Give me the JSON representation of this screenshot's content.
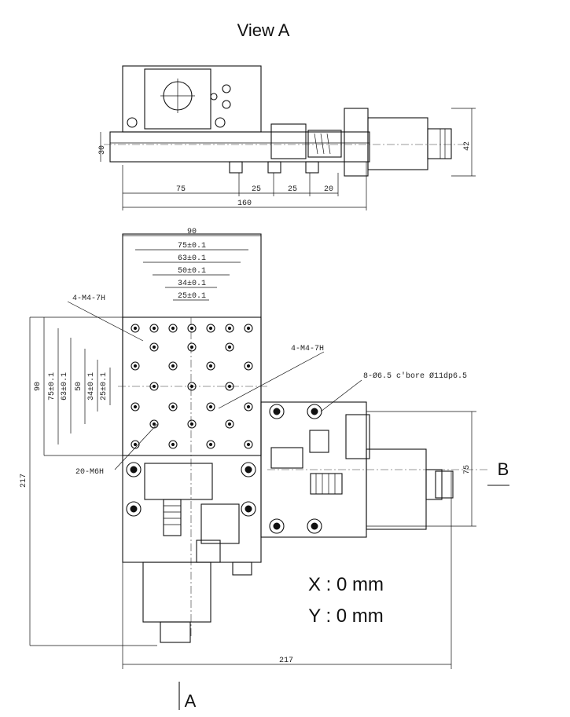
{
  "view_a_title": "View A",
  "label_b": "B",
  "label_a": "A",
  "readout": {
    "x": "X : 0 mm",
    "y": "Y : 0 mm"
  },
  "top_view_dims": {
    "d30": "30",
    "d42": "42",
    "d75": "75",
    "d25a": "25",
    "d25b": "25",
    "d20": "20",
    "d160": "160"
  },
  "plan_dims": {
    "h90": "90",
    "h75": "75±0.1",
    "h63": "63±0.1",
    "h50": "50±0.1",
    "h34": "34±0.1",
    "h25": "25±0.1",
    "v90": "90",
    "v75": "75±0.1",
    "v63": "63±0.1",
    "v50": "50",
    "v34": "34±0.1",
    "v25": "25±0.1",
    "v217": "217",
    "v75r": "75",
    "h217": "217"
  },
  "callouts": {
    "m4_left": "4-M4-7H",
    "m4_right": "4-M4-7H",
    "m6": "20-M6H",
    "bore": "8-Ø6.5 c'bore Ø11dp6.5"
  }
}
